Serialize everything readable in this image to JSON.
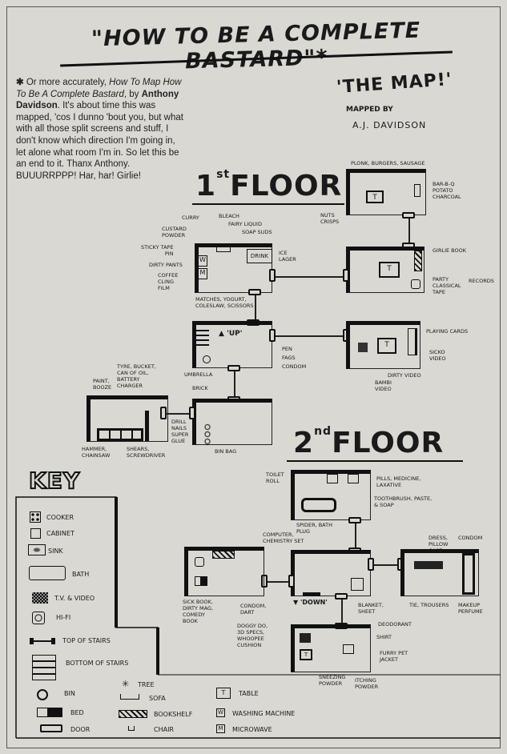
{
  "title": "\"HOW TO BE A COMPLETE BASTARD\"*",
  "intro": {
    "asterisk": "✱",
    "text_1": " Or more accurately, ",
    "italic_1": "How To Map How To Be A Complete Bastard",
    "text_2": ", by ",
    "bold_1": "Anthony Davidson",
    "text_3": ". It's about time this was mapped, 'cos I dunno 'bout you, but what with all those split screens and stuff, I don't know which direction I'm going in, let alone what room I'm in. So let this be an end to it. Thanx Anthony. BUUURRPPP! Har, har! Girlie!"
  },
  "map_heading": "'THE MAP!'",
  "mapped_by": "MAPPED BY",
  "author": "A.J. DAVIDSON",
  "floor1": {
    "num": "1",
    "sup": "st",
    "word": "FLOOR",
    "labels": {
      "plonk": "PLONK, BURGERS, SAUSAGE",
      "bbq": "BAR-B-Q\nPOTATO\nCHARCOAL",
      "nuts": "NUTS\nCRISPS",
      "girlie": "GIRLIE BOOK",
      "party": "PARTY\nCLASSICAL\nTAPE",
      "records": "RECORDS",
      "curry": "CURRY",
      "custard": "CUSTARD\nPOWDER",
      "bleach": "BLEACH",
      "fairy": "FAIRY LIQUID",
      "soap": "SOAP SUDS",
      "sticky": "STICKY TAPE\nPIN",
      "pants": "DIRTY PANTS",
      "coffee": "COFFEE\nCLING\nFILM",
      "ice": "ICE\nLAGER",
      "drink": "DRINK",
      "matches": "MATCHES, YOGURT,\nCOLESLAW, SCISSORS",
      "up": "'UP'",
      "pen": "PEN",
      "fags": "FAGS",
      "condom": "CONDOM",
      "umbrella": "UMBRELLA",
      "cards": "PLAYING CARDS",
      "sicko": "SICKO\nVIDEO",
      "dirty_video": "DIRTY VIDEO",
      "bambi": "BAMBI\nVIDEO",
      "tyre": "TYRE, BUCKET,\nCAN OF OIL,\nBATTERY\nCHARGER",
      "paint": "PAINT,\nBOOZE",
      "brick": "BRICK",
      "drill": "DRILL\nNAILS\nSUPER\nGLUE",
      "hammer": "HAMMER,\nCHAINSAW",
      "shears": "SHEARS,\nSCREWDRIVER",
      "binbag": "BIN BAG",
      "w": "W",
      "m": "M",
      "t": "T"
    }
  },
  "floor2": {
    "num": "2",
    "sup": "nd",
    "word": "FLOOR",
    "labels": {
      "toilet": "TOILET\nROLL",
      "pills": "PILLS, MEDICINE,\nLAXATIVE",
      "toothbrush": "TOOTHBRUSH, PASTE,\n& SOAP",
      "spider": "SPIDER, BATH\nPLUG",
      "computer": "COMPUTER,\nCHEMISTRY SET",
      "sick": "SICK BOOK,\nDIRTY MAG,\nCOMEDY\nBOOK",
      "condom_dart": "CONDOM,\nDART",
      "doggy": "DOGGY DO,\n3D SPECS,\nWHOOPEE\nCUSHION",
      "down": "'DOWN'",
      "blanket": "BLANKET,\nSHEET",
      "dress": "DRESS,\nPILLOW\nCASE",
      "condom": "CONDOM",
      "tie": "TIE, TROUSERS",
      "makeup": "MAKEUP\nPERFUME",
      "deodorant": "DEODORANT",
      "shirt": "SHIRT",
      "furry": "FURRY PET\nJACKET",
      "sneezing": "SNEEZING\nPOWDER",
      "itching": "ITCHING\nPOWDER",
      "t": "T"
    }
  },
  "key": {
    "heading": "KEY",
    "items": {
      "cooker": "COOKER",
      "cabinet": "CABINET",
      "sink": "SINK",
      "bath": "BATH",
      "tv": "T.V. & VIDEO",
      "hifi": "HI-FI",
      "top_stairs": "TOP OF STAIRS",
      "bottom_stairs": "BOTTOM OF STAIRS",
      "tree": "TREE",
      "bin": "BIN",
      "sofa": "SOFA",
      "table": "TABLE",
      "bed": "BED",
      "bookshelf": "BOOKSHELF",
      "washing": "WASHING MACHINE",
      "door": "DOOR",
      "chair": "CHAIR",
      "microwave": "MICROWAVE",
      "tree_glyph": "✳",
      "t_glyph": "T",
      "w_glyph": "W",
      "m_glyph": "M"
    }
  }
}
